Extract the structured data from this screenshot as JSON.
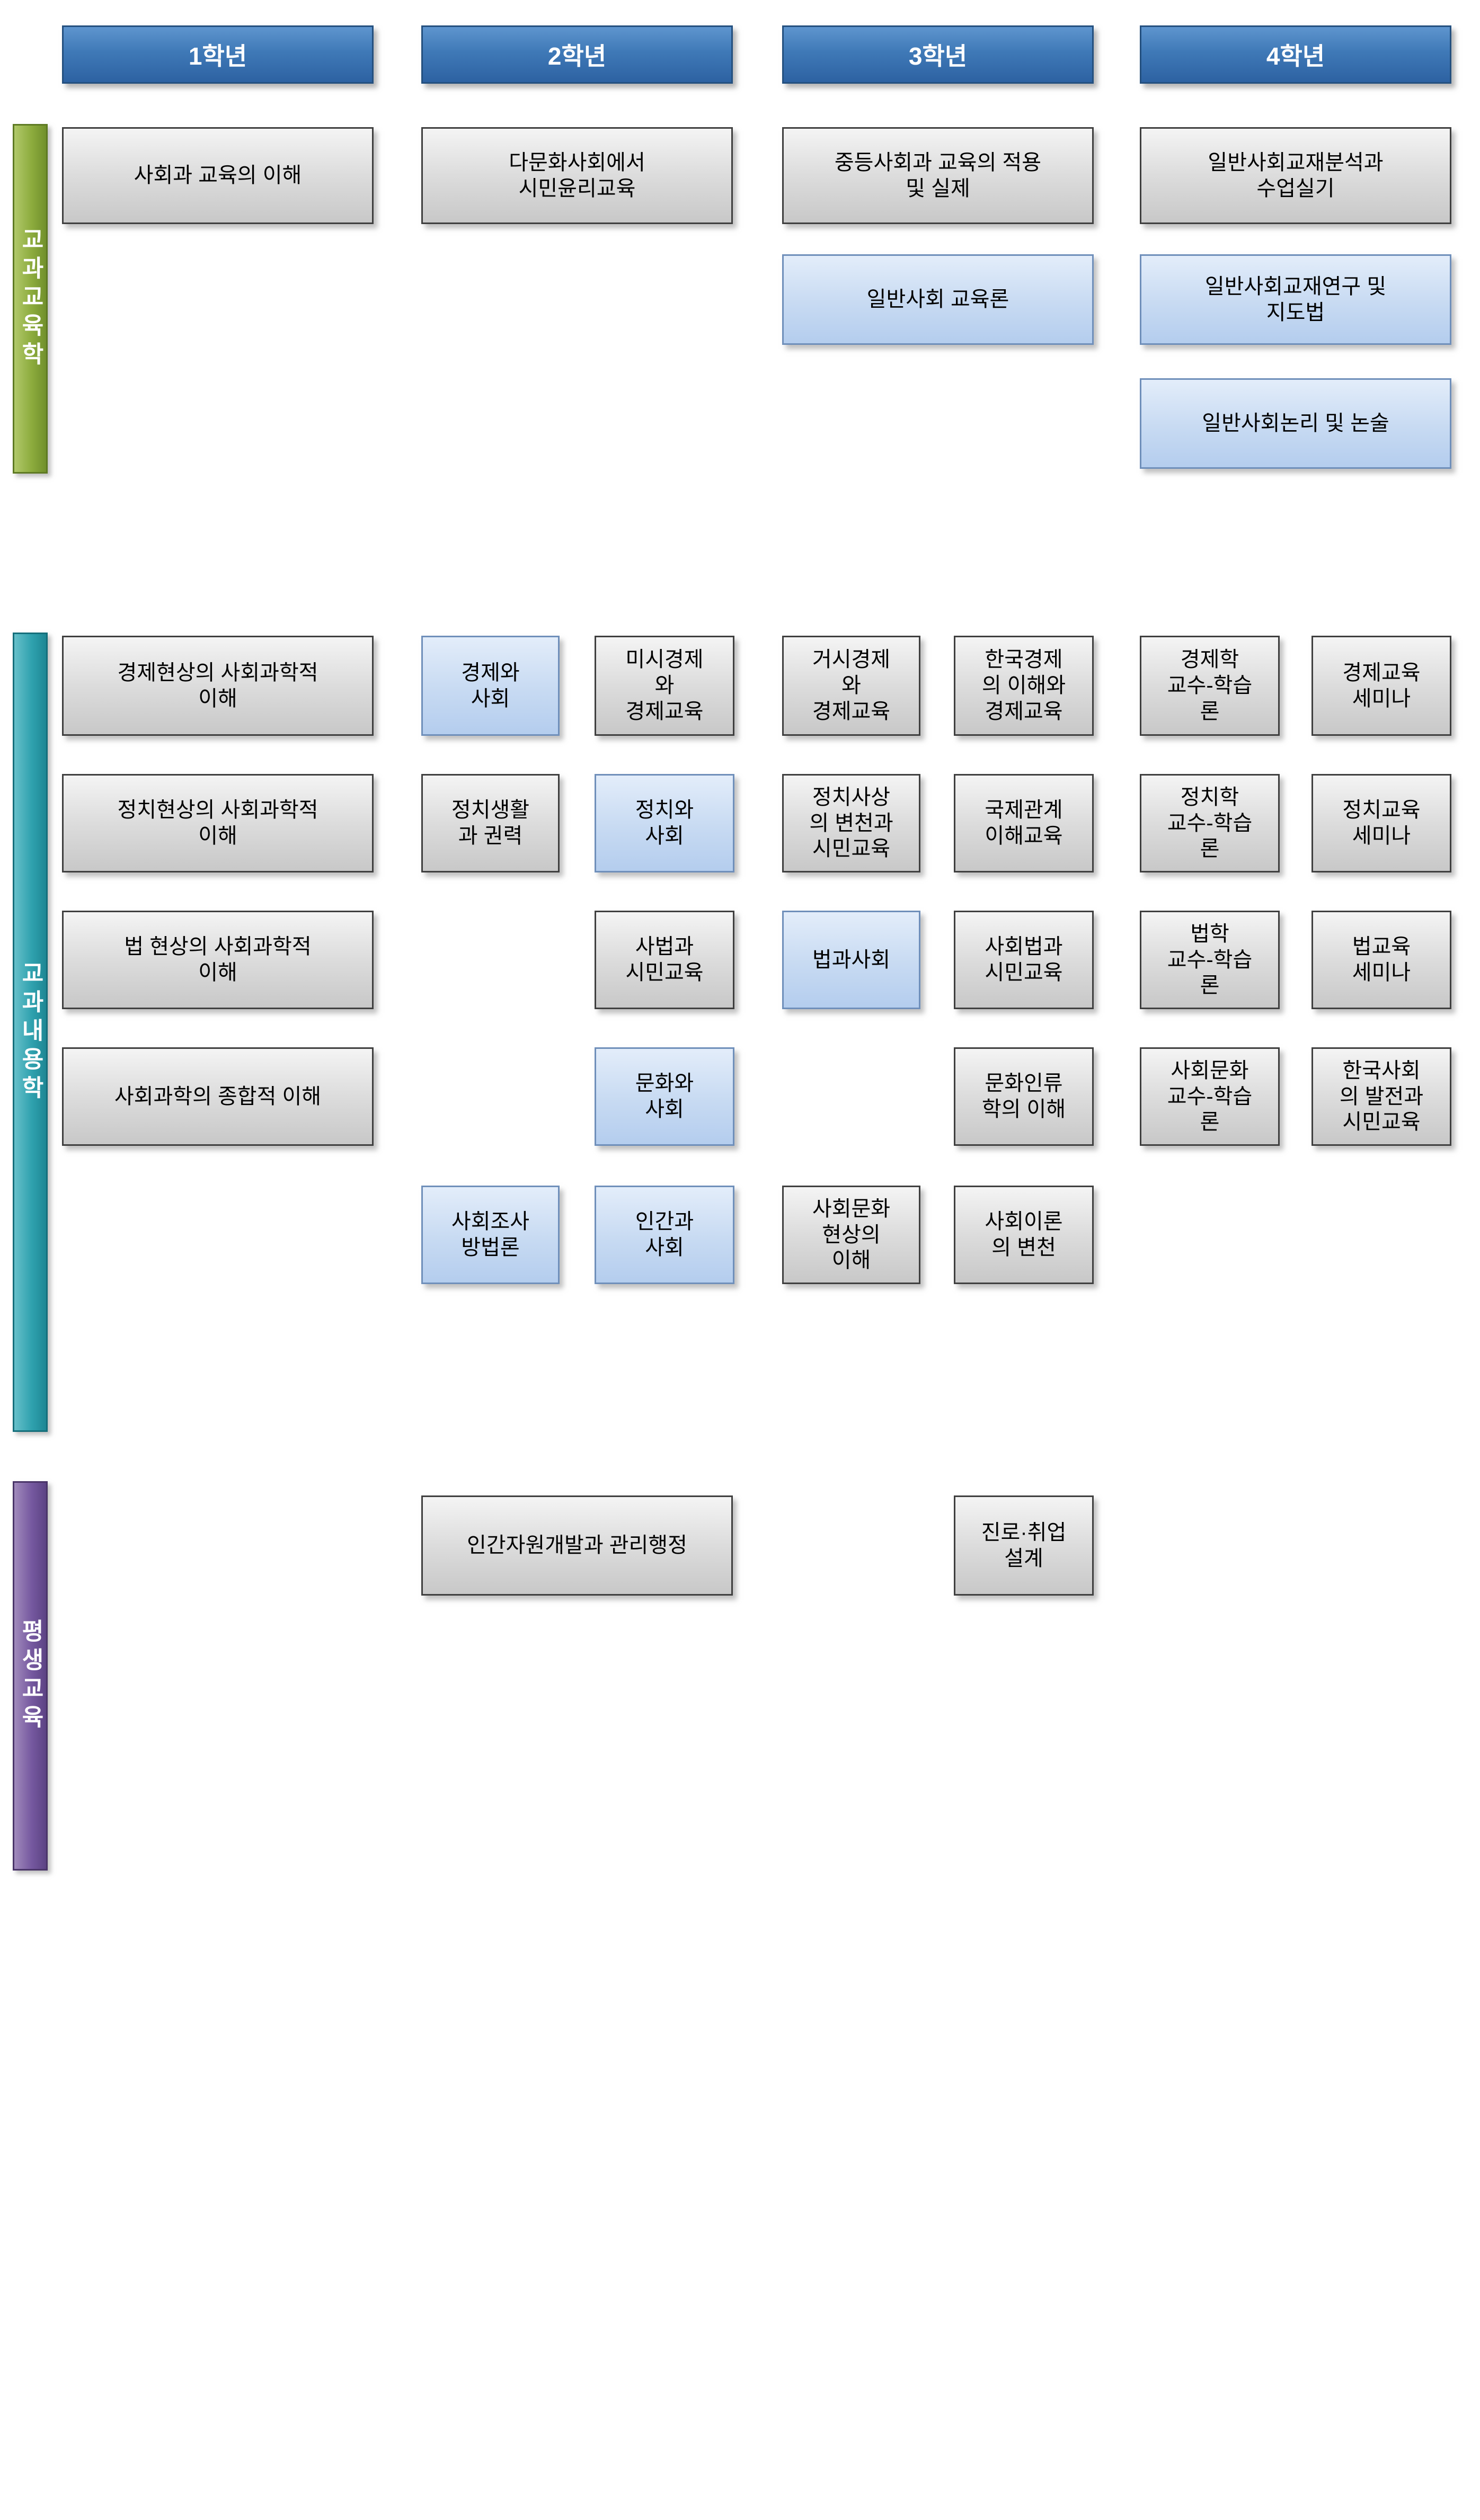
{
  "headers": [
    {
      "label": "1학년"
    },
    {
      "label": "2학년"
    },
    {
      "label": "3학년"
    },
    {
      "label": "4학년"
    }
  ],
  "sections": [
    {
      "id": "pedagogy",
      "bar_label": "교과교육학",
      "bar_color": "#8cab3d",
      "boxes": [
        {
          "label": "사회과 교육의 이해",
          "col": "c1",
          "row": 0,
          "variant": "gray"
        },
        {
          "label": "다문화사회에서\n시민윤리교육",
          "col": "c2",
          "row": 0,
          "variant": "gray"
        },
        {
          "label": "중등사회과 교육의 적용\n및 실제",
          "col": "c3",
          "row": 0,
          "variant": "gray"
        },
        {
          "label": "일반사회교재분석과\n수업실기",
          "col": "c4",
          "row": 0,
          "variant": "gray"
        },
        {
          "label": "일반사회 교육론",
          "col": "c3",
          "row": 1,
          "variant": "blue"
        },
        {
          "label": "일반사회교재연구 및\n지도법",
          "col": "c4",
          "row": 1,
          "variant": "blue"
        },
        {
          "label": "일반사회논리 및 논술",
          "col": "c4",
          "row": 2,
          "variant": "blue"
        }
      ]
    },
    {
      "id": "content",
      "bar_label": "교과내용학",
      "bar_color": "#2fa1ae",
      "boxes": [
        {
          "label": "경제현상의 사회과학적\n이해",
          "col": "c1",
          "row": 0,
          "variant": "gray"
        },
        {
          "label": "경제와\n사회",
          "col": "c2a",
          "row": 0,
          "variant": "blue"
        },
        {
          "label": "미시경제\n와\n경제교육",
          "col": "c2b",
          "row": 0,
          "variant": "gray"
        },
        {
          "label": "거시경제\n와\n경제교육",
          "col": "c3a",
          "row": 0,
          "variant": "gray"
        },
        {
          "label": "한국경제\n의 이해와\n경제교육",
          "col": "c3b",
          "row": 0,
          "variant": "gray"
        },
        {
          "label": "경제학\n교수-학습\n론",
          "col": "c4a",
          "row": 0,
          "variant": "gray"
        },
        {
          "label": "경제교육\n세미나",
          "col": "c4b",
          "row": 0,
          "variant": "gray"
        },
        {
          "label": "정치현상의 사회과학적\n이해",
          "col": "c1",
          "row": 1,
          "variant": "gray"
        },
        {
          "label": "정치생활\n과 권력",
          "col": "c2a",
          "row": 1,
          "variant": "gray"
        },
        {
          "label": "정치와\n사회",
          "col": "c2b",
          "row": 1,
          "variant": "blue"
        },
        {
          "label": "정치사상\n의 변천과\n시민교육",
          "col": "c3a",
          "row": 1,
          "variant": "gray"
        },
        {
          "label": "국제관계\n이해교육",
          "col": "c3b",
          "row": 1,
          "variant": "gray"
        },
        {
          "label": "정치학\n교수-학습\n론",
          "col": "c4a",
          "row": 1,
          "variant": "gray"
        },
        {
          "label": "정치교육\n세미나",
          "col": "c4b",
          "row": 1,
          "variant": "gray"
        },
        {
          "label": "법 현상의 사회과학적\n이해",
          "col": "c1",
          "row": 2,
          "variant": "gray"
        },
        {
          "label": "사법과\n시민교육",
          "col": "c2b",
          "row": 2,
          "variant": "gray"
        },
        {
          "label": "법과사회",
          "col": "c3a",
          "row": 2,
          "variant": "blue"
        },
        {
          "label": "사회법과\n시민교육",
          "col": "c3b",
          "row": 2,
          "variant": "gray"
        },
        {
          "label": "법학\n교수-학습\n론",
          "col": "c4a",
          "row": 2,
          "variant": "gray"
        },
        {
          "label": "법교육\n세미나",
          "col": "c4b",
          "row": 2,
          "variant": "gray"
        },
        {
          "label": "사회과학의 종합적 이해",
          "col": "c1",
          "row": 3,
          "variant": "gray"
        },
        {
          "label": "문화와\n사회",
          "col": "c2b",
          "row": 3,
          "variant": "blue"
        },
        {
          "label": "문화인류\n학의 이해",
          "col": "c3b",
          "row": 3,
          "variant": "gray"
        },
        {
          "label": "사회문화\n교수-학습\n론",
          "col": "c4a",
          "row": 3,
          "variant": "gray"
        },
        {
          "label": "한국사회\n의 발전과\n시민교육",
          "col": "c4b",
          "row": 3,
          "variant": "gray"
        },
        {
          "label": "사회조사\n방법론",
          "col": "c2a",
          "row": 4,
          "variant": "blue"
        },
        {
          "label": "인간과\n사회",
          "col": "c2b",
          "row": 4,
          "variant": "blue"
        },
        {
          "label": "사회문화\n현상의\n이해",
          "col": "c3a",
          "row": 4,
          "variant": "gray"
        },
        {
          "label": "사회이론\n의 변천",
          "col": "c3b",
          "row": 4,
          "variant": "gray"
        }
      ]
    },
    {
      "id": "lifelong",
      "bar_label": "평생교육",
      "bar_color": "#75589f",
      "boxes": [
        {
          "label": "인간자원개발과 관리행정",
          "col": "c2",
          "row": 0,
          "variant": "gray"
        },
        {
          "label": "진로·취업\n설계",
          "col": "c3b",
          "row": 0,
          "variant": "gray"
        }
      ]
    }
  ]
}
